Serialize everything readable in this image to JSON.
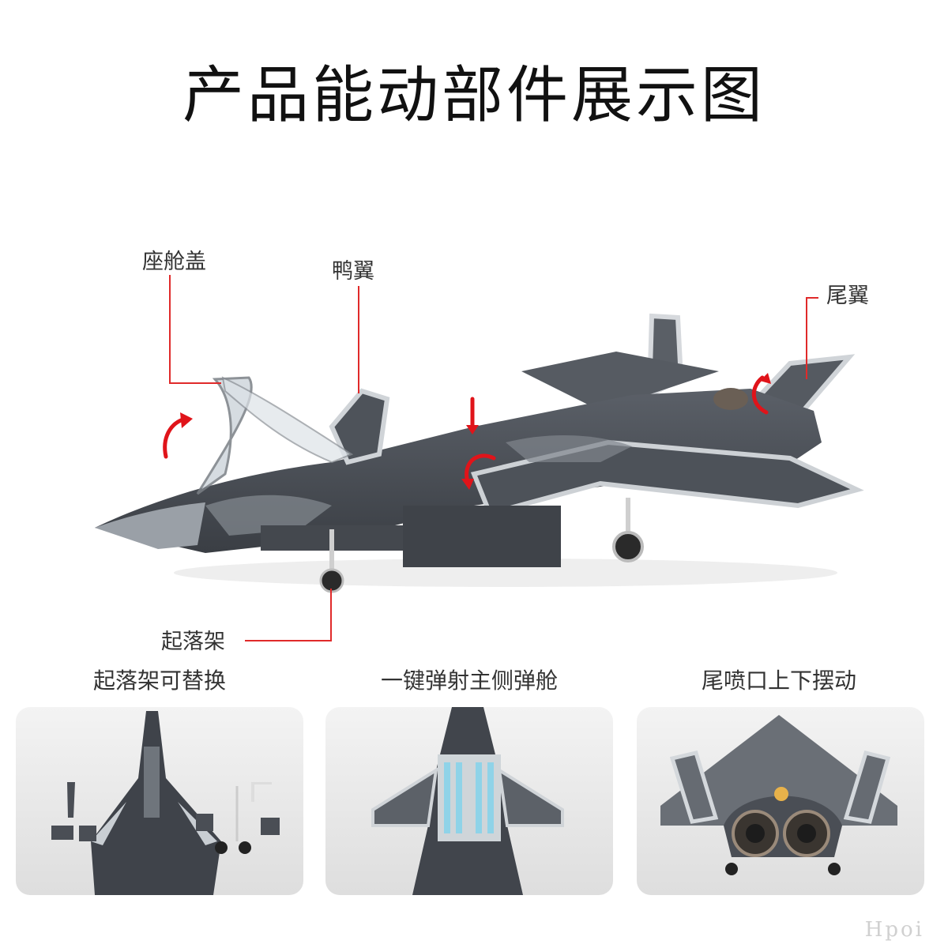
{
  "title": "产品能动部件展示图",
  "callouts": {
    "canopy": "座舱盖",
    "canard": "鸭翼",
    "tail": "尾翼",
    "landing_gear": "起落架"
  },
  "captions": [
    "起落架可替换",
    "一键弹射主侧弹舱",
    "尾喷口上下摆动"
  ],
  "watermark": "Hpoi",
  "colors": {
    "callout_line": "#e02a2a",
    "arrow": "#e0141a",
    "body_dark": "#4a4e55",
    "body_light": "#b7bcc2"
  }
}
